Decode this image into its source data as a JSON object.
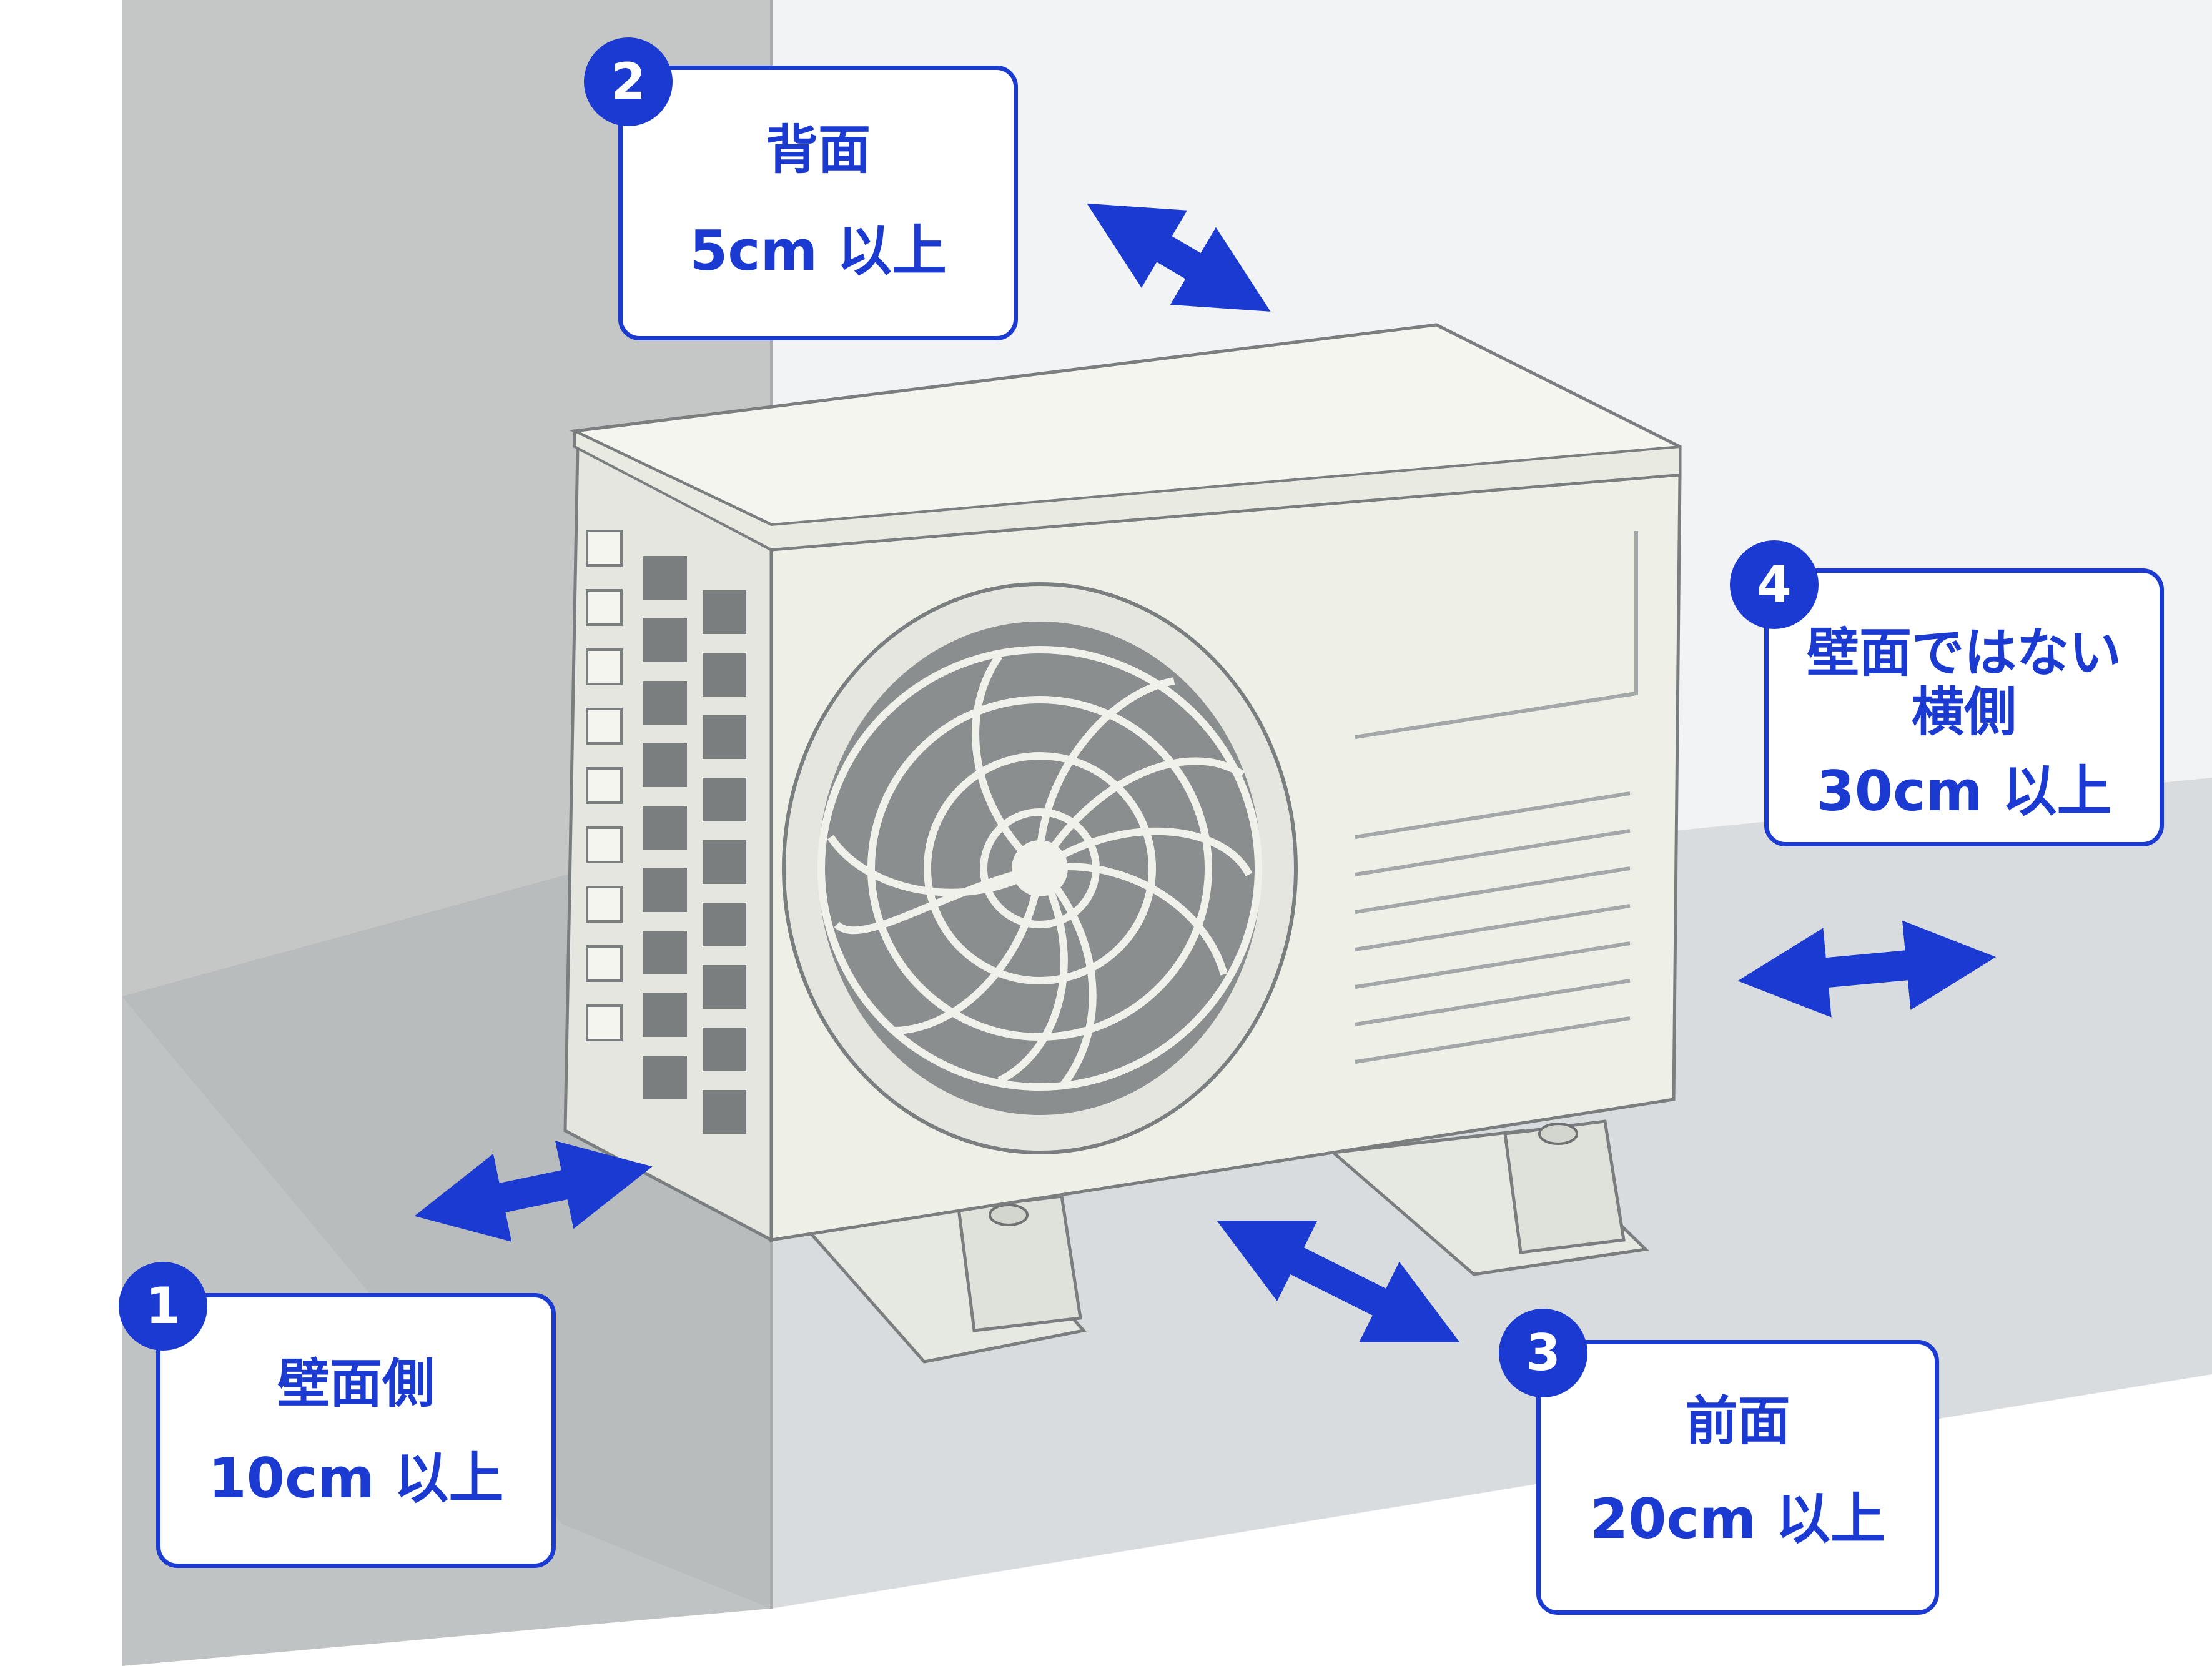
{
  "colors": {
    "accent": "#1a3ad1",
    "wall_left": "#c5c6c6",
    "wall_back": "#f1f3f4",
    "floor": "#d8dcdf",
    "unit_body": "#eef0e8",
    "unit_top": "#f4f5ee",
    "grille_dark": "#7a7e7f"
  },
  "callouts": [
    {
      "number": "1",
      "title": "壁面側",
      "value": "10cm 以上"
    },
    {
      "number": "2",
      "title": "背面",
      "value": "5cm 以上"
    },
    {
      "number": "3",
      "title": "前面",
      "value": "20cm 以上"
    },
    {
      "number": "4",
      "title_line1": "壁面ではない",
      "title_line2": "横側",
      "value": "30cm 以上"
    }
  ]
}
